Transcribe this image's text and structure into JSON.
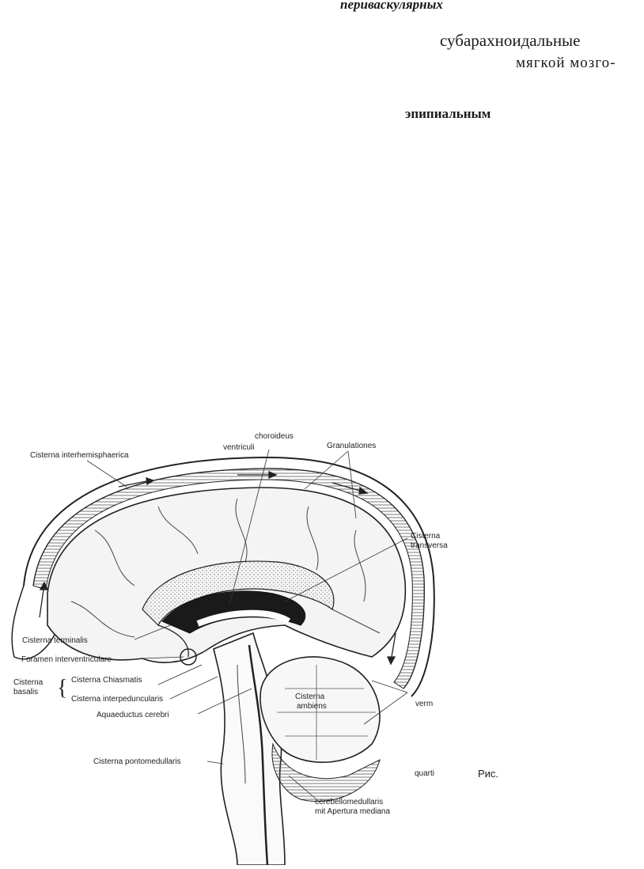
{
  "page_text": {
    "line1": "периваскулярных",
    "line2": "субарахноидальные",
    "line3": "мягкой мозго-",
    "line4": "эпипиальным"
  },
  "figure": {
    "caption": "Рис.",
    "labels": {
      "choroideus": "choroideus",
      "ventriculi": "ventriculi",
      "granulationes": "Granulationes",
      "cisterna_interhemisphaerica": "Cisterna interhemisphaerica",
      "cisterna_transversa_1": "Cisterna",
      "cisterna_transversa_2": "transversa",
      "cisterna_terminalis": "Cisterna terminalis",
      "foramen_interventriculare": "Foramen interventriculare",
      "cisterna_basalis_1": "Cisterna",
      "cisterna_basalis_2": "basalis",
      "cisterna_chiasmatis": "Cisterna Chiasmatis",
      "cisterna_interpeduncularis": "Cisterna interpeduncularis",
      "aquaeductus_cerebri": "Aquaeductus cerebri",
      "cisterna_pontomedullaris": "Cisterna pontomedullaris",
      "cisterna_ambiens_1": "Cisterna",
      "cisterna_ambiens_2": "ambiens",
      "verm": "verm",
      "quarti": "quarti",
      "cerebellomedullaris": "cerebellomedullaris",
      "apertura_mediana": "mit Apertura mediana"
    }
  }
}
